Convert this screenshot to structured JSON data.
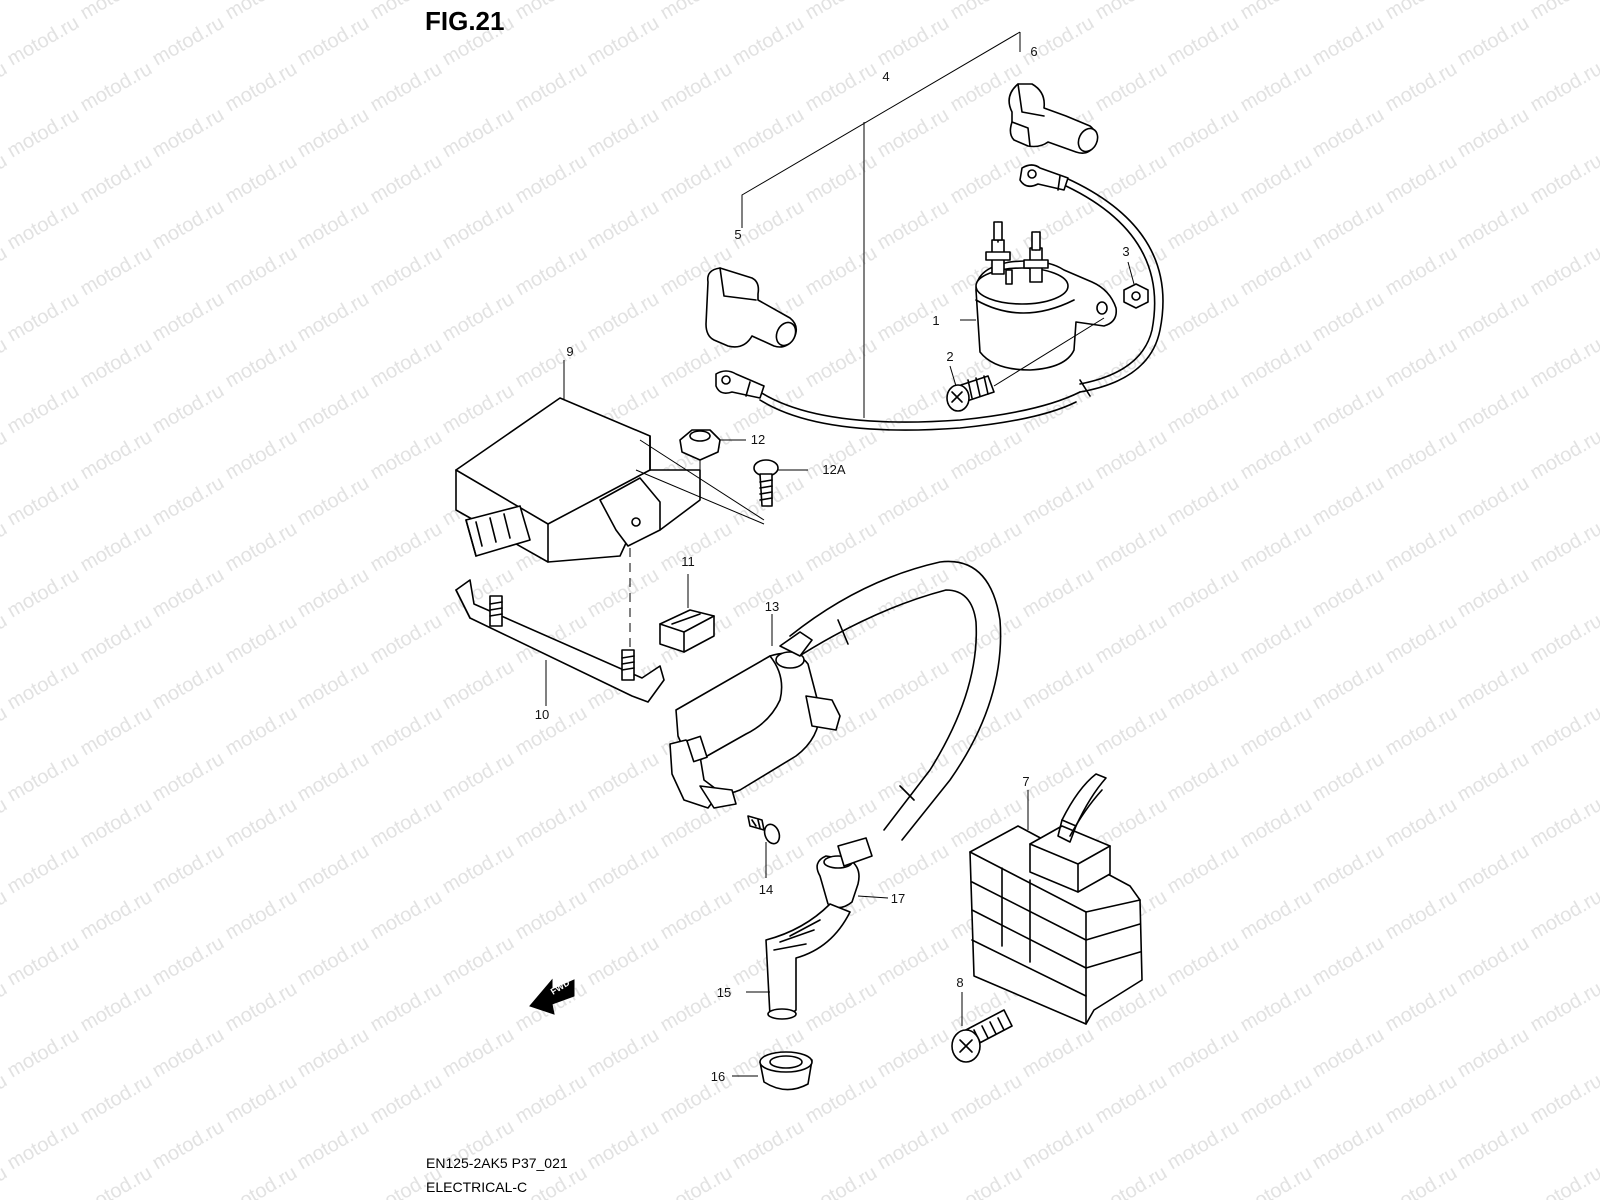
{
  "figure": {
    "title": "FIG.21",
    "code": "EN125-2AK5 P37_021",
    "section": "ELECTRICAL-C",
    "fwd_label": "FWD",
    "watermark": "motod.ru"
  },
  "callouts": [
    {
      "id": "1",
      "label": "1"
    },
    {
      "id": "2",
      "label": "2"
    },
    {
      "id": "3",
      "label": "3"
    },
    {
      "id": "4",
      "label": "4"
    },
    {
      "id": "5",
      "label": "5"
    },
    {
      "id": "6",
      "label": "6"
    },
    {
      "id": "7",
      "label": "7"
    },
    {
      "id": "8",
      "label": "8"
    },
    {
      "id": "9",
      "label": "9"
    },
    {
      "id": "10",
      "label": "10"
    },
    {
      "id": "11",
      "label": "11"
    },
    {
      "id": "12",
      "label": "12"
    },
    {
      "id": "12A",
      "label": "12A"
    },
    {
      "id": "13",
      "label": "13"
    },
    {
      "id": "14",
      "label": "14"
    },
    {
      "id": "15",
      "label": "15"
    },
    {
      "id": "16",
      "label": "16"
    },
    {
      "id": "17",
      "label": "17"
    }
  ],
  "colors": {
    "line": "#000000",
    "background": "#ffffff",
    "watermark": "#e2e2e2"
  }
}
